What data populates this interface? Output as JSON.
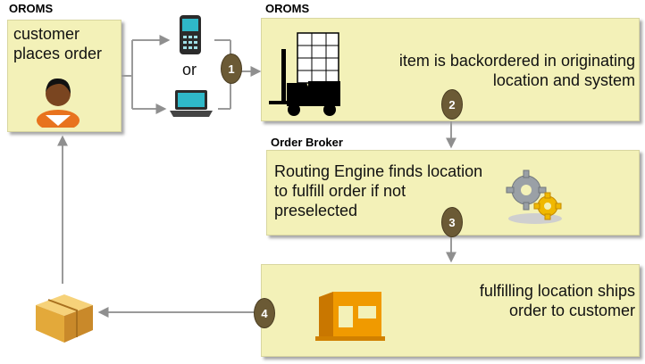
{
  "labels": {
    "oroms_left": "OROMS",
    "oroms_right": "OROMS",
    "order_broker": "Order Broker"
  },
  "box1": {
    "text": "customer places order"
  },
  "or_text": "or",
  "box2": {
    "text": "item is backordered in originating location and system"
  },
  "box3": {
    "text": "Routing Engine finds location to fulfill order if not preselected"
  },
  "box4": {
    "text": "fulfilling location ships order to customer"
  },
  "steps": [
    "1",
    "2",
    "3",
    "4"
  ],
  "colors": {
    "box_fill": "#f3f1b8",
    "arrow": "#999999",
    "step_fill": "#6b5a35"
  },
  "icons": [
    "customer-icon",
    "mobile-phone-icon",
    "laptop-icon",
    "forklift-warehouse-icon",
    "gears-icon",
    "store-icon",
    "package-icon"
  ]
}
